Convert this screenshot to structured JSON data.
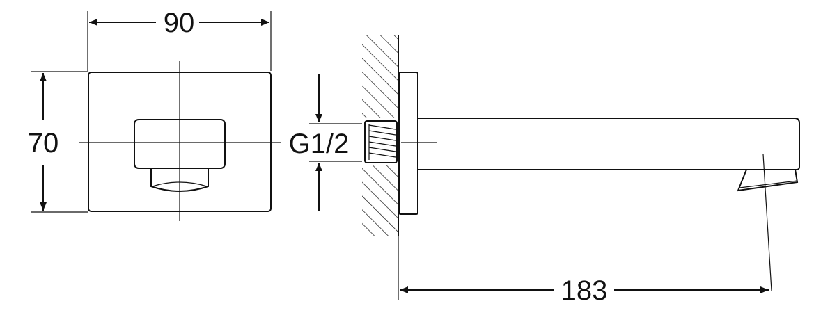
{
  "drawing": {
    "front_view": {
      "width_label": "90",
      "height_label": "70"
    },
    "side_view": {
      "thread_label": "G1/2",
      "length_label": "183"
    }
  }
}
